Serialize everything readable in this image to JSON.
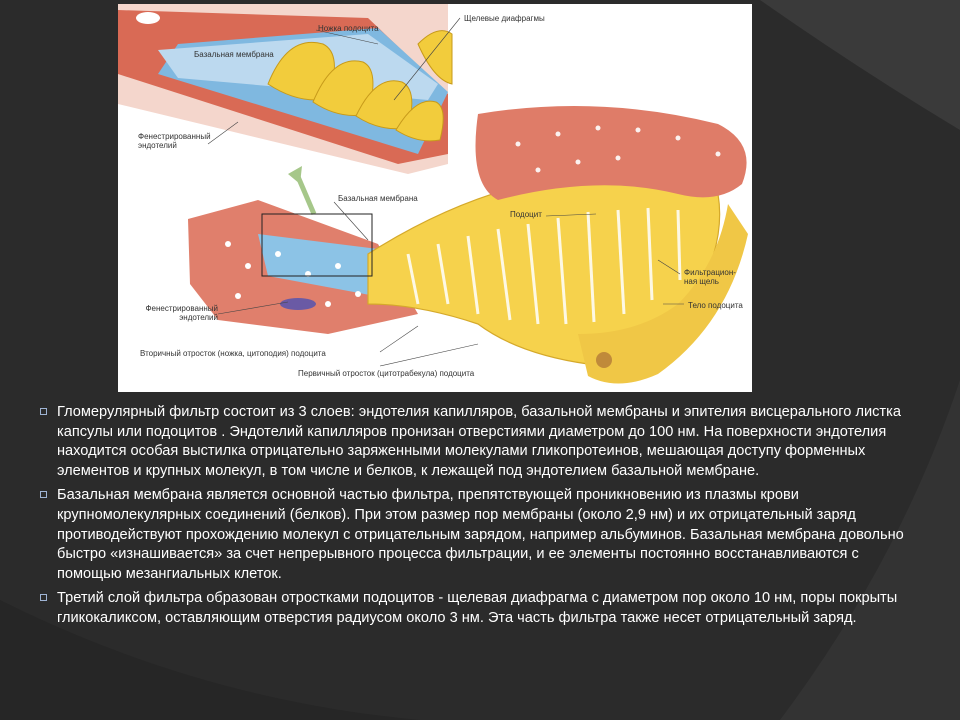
{
  "figure": {
    "labels": {
      "podocyte_foot": "Ножка подоцита",
      "slit_diaphragm": "Щелевые диафрагмы",
      "basement_membrane_inset": "Базальная мембрана",
      "fenestrated_endothelium_inset": "Фенестрированный эндотелий",
      "basement_membrane": "Базальная мембрана",
      "podocyte": "Подоцит",
      "filtration_slit": "Фильтрацион-ная щель",
      "podocyte_body": "Тело подоцита",
      "fenestrated_endothelium": "Фенестрированный эндотелий",
      "secondary_process": "Вторичный отросток (ножка, цитоподия) подоцита",
      "primary_process": "Первичный отросток (цитотрабекула) подоцита"
    }
  },
  "bullets": [
    "Гломерулярный фильтр состоит из 3 слоев: эндотелия капилляров, базальной мембраны и эпителия висцерального листка капсулы или подоцитов . Эндотелий капилляров пронизан отверстиями диаметром до 100 нм. На поверхности эндотелия находится особая выстилка отрицательно заряженными молекулами гликопротеинов, мешающая доступу форменных элементов и крупных молекул, в том числе и белков, к лежащей под эндотелием базальной мембране.",
    "Базальная мембрана является основной частью фильтра, препятствующей проникновению из плазмы крови крупномолекулярных соединений (белков). При этом размер пор мембраны (около 2,9 нм) и их отрицательный заряд противодействуют прохождению молекул с отрицательным зарядом, например альбуминов. Базальная мембрана довольно быстро «изнашивается» за счет непрерывного процесса фильтрации, и ее элементы постоянно восстанавливаются с помощью мезангиальных клеток.",
    "Третий слой фильтра образован отростками подоцитов - щелевая диафрагма с диаметром пор около 10 нм, поры покрыты гликокаликсом, оставляющим отверстия радиусом около 3 нм. Эта часть фильтра также несет отрицательный заряд."
  ]
}
